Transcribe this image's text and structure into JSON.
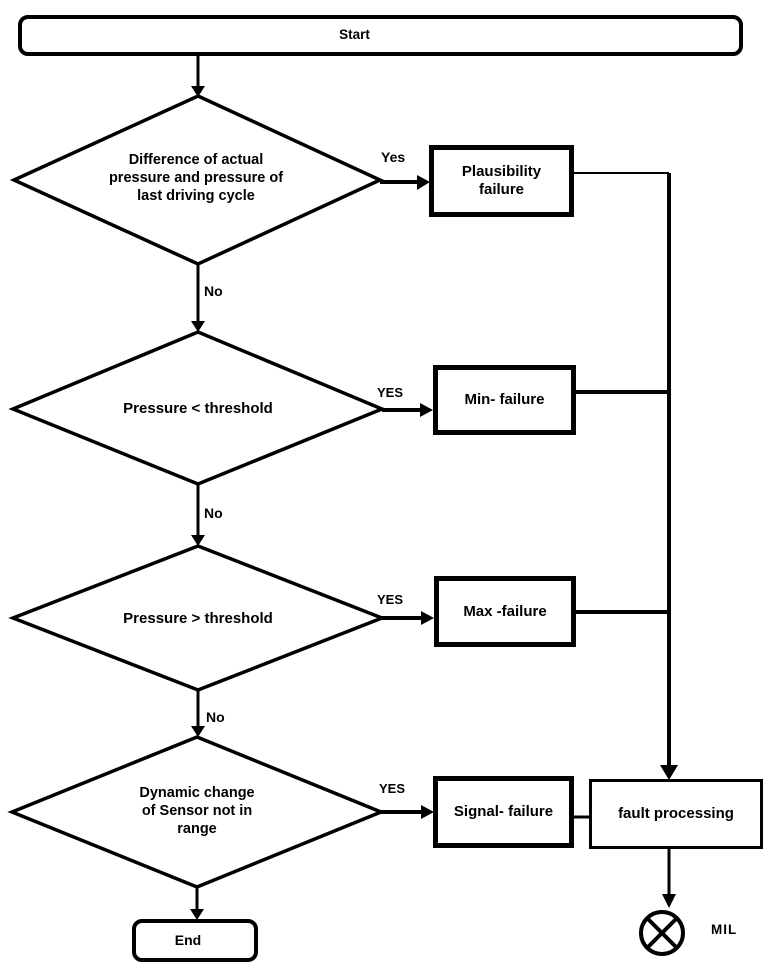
{
  "flowchart": {
    "background": "#ffffff",
    "line_color": "#000000",
    "start": {
      "label": "Start"
    },
    "end": {
      "label": "End"
    },
    "decisions": [
      {
        "label": "Difference of  actual\npressure and pressure of\nlast driving cycle",
        "yes_label": "Yes",
        "no_label": "No"
      },
      {
        "label": "Pressure < threshold",
        "yes_label": "YES",
        "no_label": "No"
      },
      {
        "label": "Pressure > threshold",
        "yes_label": "YES",
        "no_label": "No"
      },
      {
        "label": "Dynamic change\nof Sensor not in\nrange",
        "yes_label": "YES"
      }
    ],
    "failure_boxes": [
      {
        "label": "Plausibility\nfailure"
      },
      {
        "label": "Min- failure"
      },
      {
        "label": "Max -failure"
      },
      {
        "label": "Signal- failure"
      }
    ],
    "process_box": {
      "label": "fault processing"
    },
    "mil_indicator": {
      "label": "MIL"
    }
  }
}
